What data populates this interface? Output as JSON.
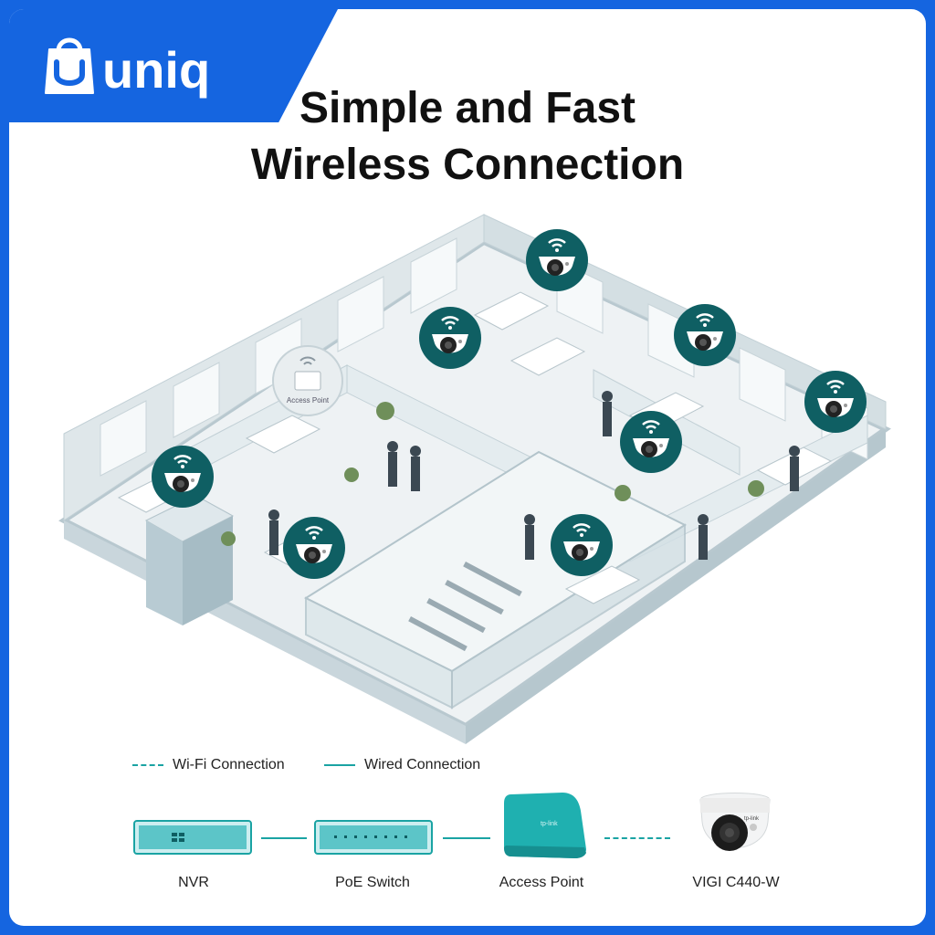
{
  "brand": {
    "name": "uniq",
    "color": "#1565e0"
  },
  "title": {
    "line1": "Simple and Fast",
    "line2": "Wireless Connection"
  },
  "scene": {
    "access_point_badge": "Access Point",
    "camera_icon": "dome-camera-icon",
    "wifi_icon": "wifi-icon",
    "camera_badge_color": "#0f5f63"
  },
  "legend": {
    "wifi": "Wi-Fi Connection",
    "wired": "Wired Connection"
  },
  "devices": {
    "nvr": "NVR",
    "poe_switch": "PoE Switch",
    "access_point": "Access Point",
    "camera": "VIGI C440-W"
  },
  "colors": {
    "teal": "#1aa3a3",
    "accent": "#1565e0"
  }
}
